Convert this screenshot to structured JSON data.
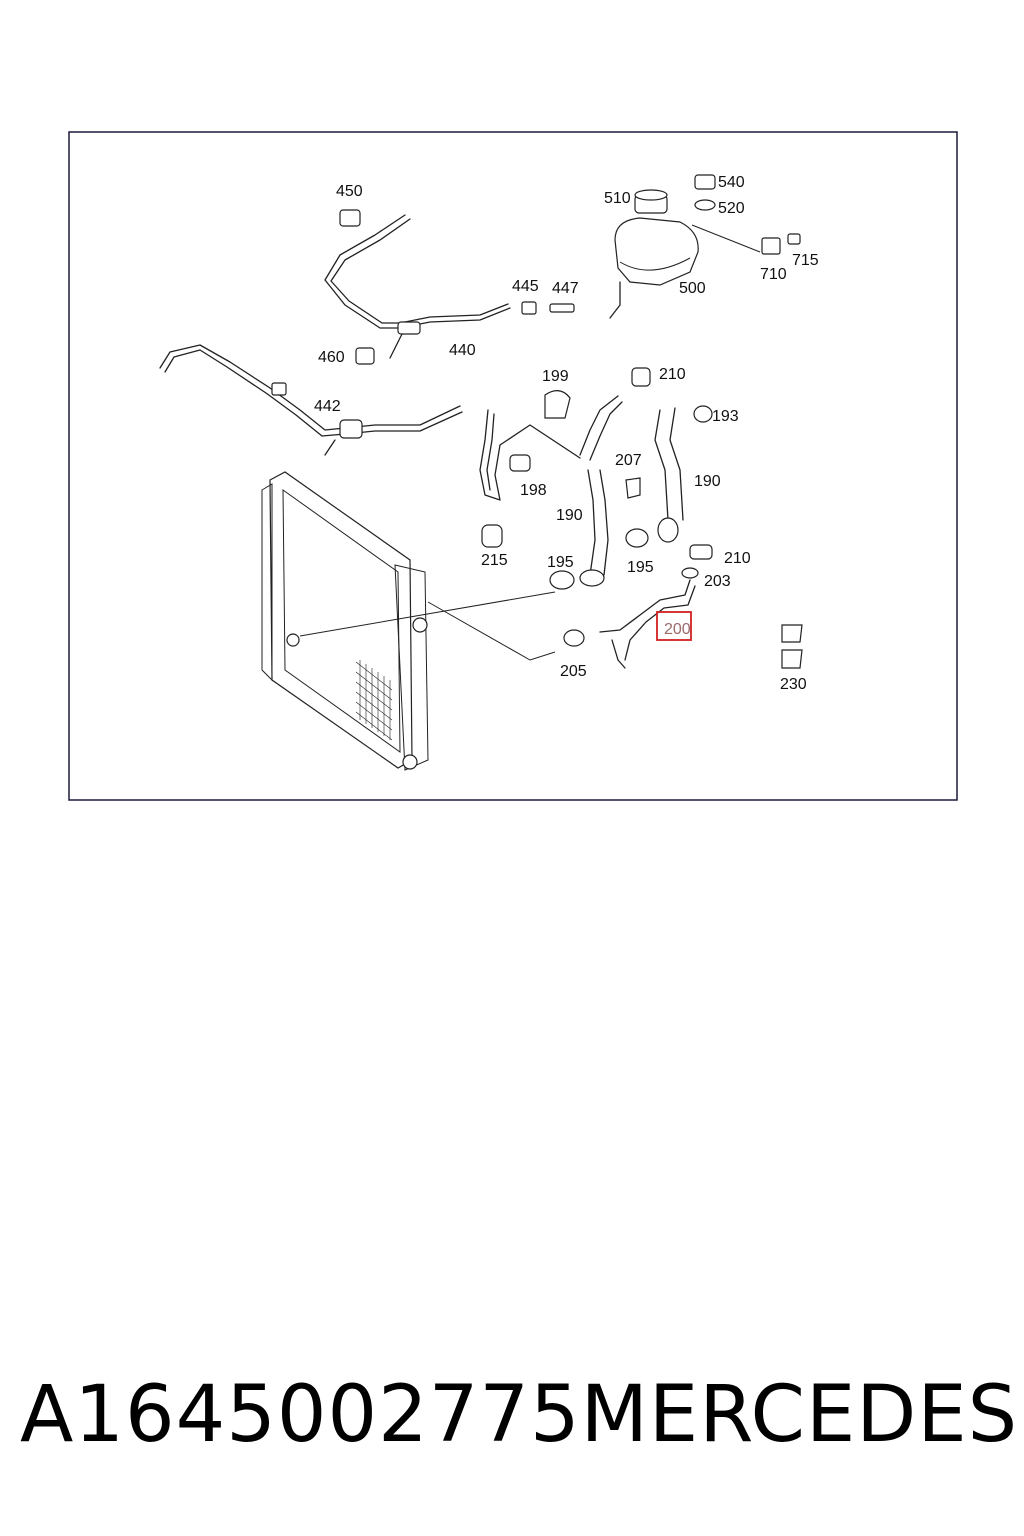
{
  "diagram": {
    "highlighted_part": "200",
    "callouts": {
      "p450": "450",
      "p510": "510",
      "p540": "540",
      "p520": "520",
      "p715": "715",
      "p710": "710",
      "p445": "445",
      "p447": "447",
      "p500": "500",
      "p460": "460",
      "p440": "440",
      "p199": "199",
      "p210a": "210",
      "p442": "442",
      "p193": "193",
      "p207": "207",
      "p198": "198",
      "p190a": "190",
      "p190b": "190",
      "p215": "215",
      "p195a": "195",
      "p195b": "195",
      "p210b": "210",
      "p203": "203",
      "p200": "200",
      "p205": "205",
      "p230": "230"
    }
  },
  "caption": {
    "part_number": "A1645002775",
    "brand": "MERCEDES"
  },
  "colors": {
    "highlight": "#d42020",
    "frame": "#1a1a3a"
  }
}
